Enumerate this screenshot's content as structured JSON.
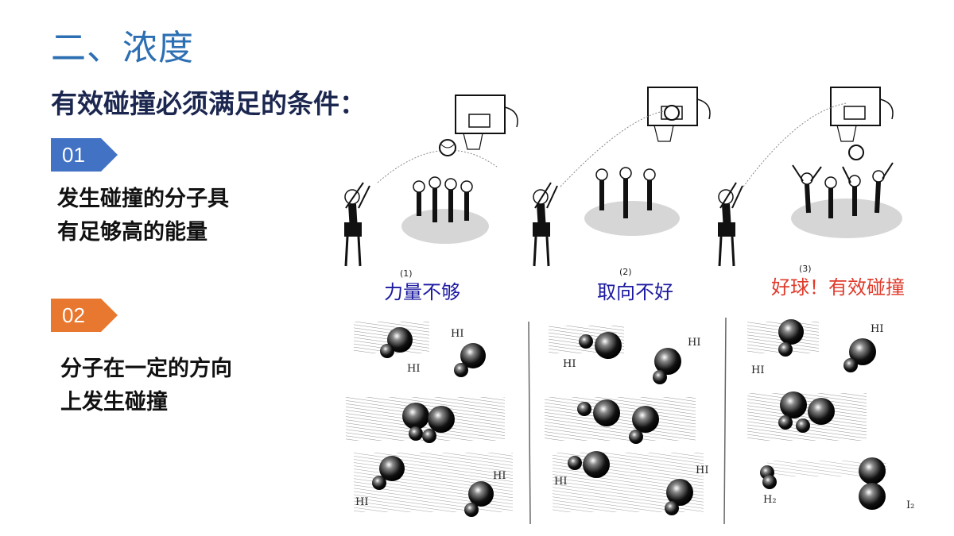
{
  "slide": {
    "title": "二、浓度",
    "subtitle": "有效碰撞必须满足的条件：",
    "conditions": [
      {
        "number": "01",
        "color": "#4272c4",
        "line1": "发生碰撞的分子具",
        "line2": "有足够高的能量"
      },
      {
        "number": "02",
        "color": "#e8782f",
        "line1": "分子在一定的方向",
        "line2": "上发生碰撞"
      }
    ]
  },
  "illustration": {
    "panels": [
      {
        "number": "(1)",
        "caption": "力量不够",
        "caption_color": "#1c1aa0"
      },
      {
        "number": "(2)",
        "caption": "取向不好",
        "caption_color": "#1c1aa0"
      },
      {
        "number": "(3)",
        "caption": "好球！有效碰撞",
        "caption_color": "#e03a2b"
      }
    ],
    "molecule_labels": {
      "hi": "HI",
      "h2": "H₂",
      "i2": "I₂"
    }
  }
}
